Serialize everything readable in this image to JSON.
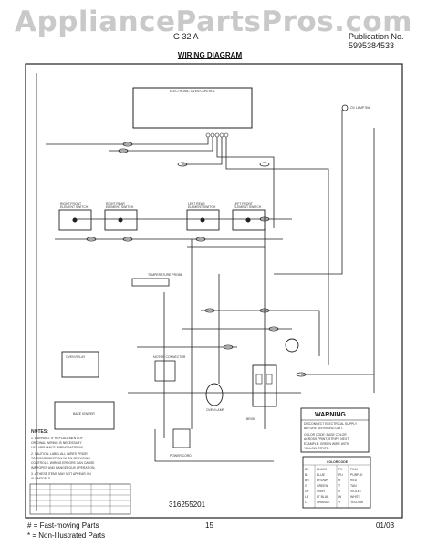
{
  "watermark": "AppliancePartsPros.com",
  "header": {
    "model_text": "G 32 A",
    "pub_no_label": "Publication No.",
    "pub_no": "5995384533",
    "title": "WIRING DIAGRAM"
  },
  "diagram": {
    "control_label": "ELECTRONIC OVEN CONTROL",
    "switches": [
      {
        "line1": "RIGHT FRONT",
        "line2": "ELEMENT SWITCH"
      },
      {
        "line1": "RIGHT REAR",
        "line2": "ELEMENT SWITCH"
      },
      {
        "line1": "LEFT REAR",
        "line2": "ELEMENT SWITCH"
      },
      {
        "line1": "LEFT FRONT",
        "line2": "ELEMENT SWITCH"
      }
    ],
    "oven_light_label": "OV LAMP SW",
    "temp_probe_label": "TEMPERATURE PROBE",
    "oven_relay_label": "OVEN RELAY",
    "bake_igniter_label": "BAKE IGNITER",
    "motor_connector_label": "MOTOR CONNECTOR",
    "power_cord_label": "POWER CORD",
    "oven_lamp_label": "OVEN LAMP",
    "broil_label": "BROIL",
    "notes": {
      "title": "NOTES:",
      "lines": [
        "1. WARNING: IF REPLACEMENT OF",
        "   ORIGINAL WIRING IS NECESSARY",
        "   USE APPLIANCE WIRING MATERIAL",
        "2. CAUTION: LABEL ALL WIRES PRIOR",
        "   TO DISCONNECTION WHEN SERVICING",
        "   CONTROLS. WIRING ERRORS CAN CAUSE",
        "   IMPROPER AND DANGEROUS OPERATION.",
        "3. # THESE ITEMS MAY NOT APPEAR ON",
        "   ALL MODELS."
      ]
    },
    "warning": {
      "title": "WARNING",
      "lines": [
        "DISCONNECT ELECTRICAL SUPPLY",
        "BEFORE SERVICING UNIT.",
        "COLOR CODE: BASE COLOR",
        "ACROSS PRINT, STRIPE NEXT.",
        "EXAMPLE: GREEN WIRE WITH",
        "YELLOW STRIPE."
      ]
    },
    "color_code": {
      "title": "COLOR CODE",
      "rows": [
        [
          "BK",
          "BLACK",
          "PK",
          "PINK"
        ],
        [
          "BL",
          "BLUE",
          "PU",
          "PURPLE"
        ],
        [
          "BR",
          "BROWN",
          "R",
          "RED"
        ],
        [
          "G",
          "GREEN",
          "T",
          "TAN"
        ],
        [
          "GY",
          "GRAY",
          "V",
          "VIOLET"
        ],
        [
          "LB",
          "LT BLUE",
          "W",
          "WHITE"
        ],
        [
          "O",
          "ORANGE",
          "Y",
          "YELLOW"
        ]
      ]
    },
    "part_number": "316255201"
  },
  "footer": {
    "fast_moving": "# = Fast-moving Parts",
    "non_illustrated": "* = Non-Illustrated Parts",
    "page": "15",
    "date": "01/03"
  }
}
